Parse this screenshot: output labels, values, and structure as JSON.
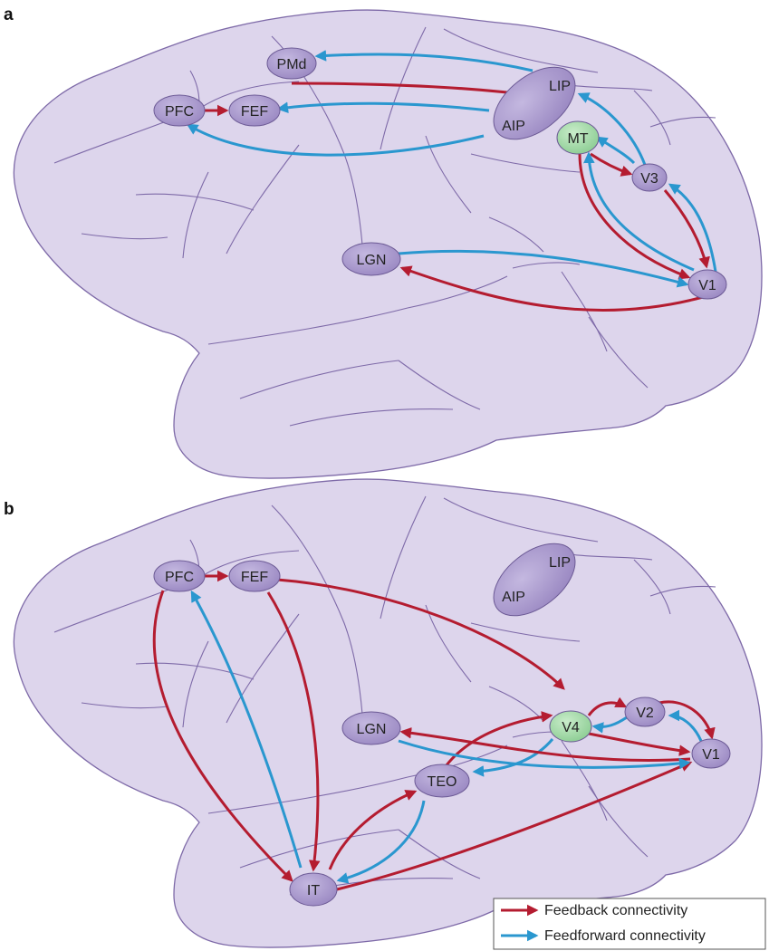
{
  "panels": [
    {
      "letter": "a",
      "areas": {
        "PMd": "PMd",
        "PFC": "PFC",
        "FEF": "FEF",
        "LIP": "LIP",
        "AIP": "AIP",
        "MT": "MT",
        "V3": "V3",
        "LGN": "LGN",
        "V1": "V1"
      }
    },
    {
      "letter": "b",
      "areas": {
        "PFC": "PFC",
        "FEF": "FEF",
        "LIP": "LIP",
        "AIP": "AIP",
        "V4": "V4",
        "V2": "V2",
        "LGN": "LGN",
        "V1": "V1",
        "TEO": "TEO",
        "IT": "IT"
      }
    }
  ],
  "legend": {
    "feedback": "Feedback connectivity",
    "feedforward": "Feedforward connectivity"
  },
  "colors": {
    "feedback": "#b41c30",
    "feedforward": "#2a97cf",
    "brain_fill": "#ddd5ec",
    "node_purple": "#a898cc",
    "node_green": "#a9d8ad"
  }
}
